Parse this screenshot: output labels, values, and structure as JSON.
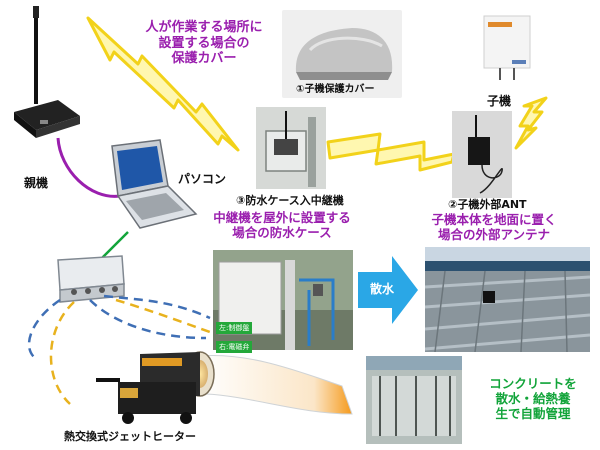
{
  "labels": {
    "cover_purpose": [
      "人が作業する場所に",
      "設置する場合の",
      "保護カバー"
    ],
    "child_cover": "①子機保護カバー",
    "child": "子機",
    "parent": "親機",
    "pc": "パソコン",
    "relay_box": "③防水ケース入中継機",
    "relay_purpose": [
      "中継機を屋外に設置する",
      "場合の防水ケース"
    ],
    "child_antenna": "②子機外部ANT",
    "antenna_purpose": [
      "子機本体を地面に置く",
      "場合の外部アンテナ"
    ],
    "spray": "散水",
    "panel_tag": "左:制御盤",
    "valve_tag": "右:電磁弁",
    "heater": "熱交換式ジェットヒーター",
    "concrete": [
      "コンクリートを",
      "散水・給熱養",
      "生で自動管理"
    ]
  },
  "colors": {
    "purple_text": "#9a1fae",
    "green_text": "#12a43a",
    "lightning": "#f2d21a",
    "arrow_blue": "#2aa7e6",
    "dash_blue": "#3f6fb5",
    "dash_yellow": "#e8b21e",
    "cable_purple": "#9a1fae",
    "link_green": "#12a43a"
  },
  "icons": [
    "parent-unit-icon",
    "laptop-icon",
    "junction-box-icon",
    "heater-icon",
    "lightning-icon"
  ]
}
